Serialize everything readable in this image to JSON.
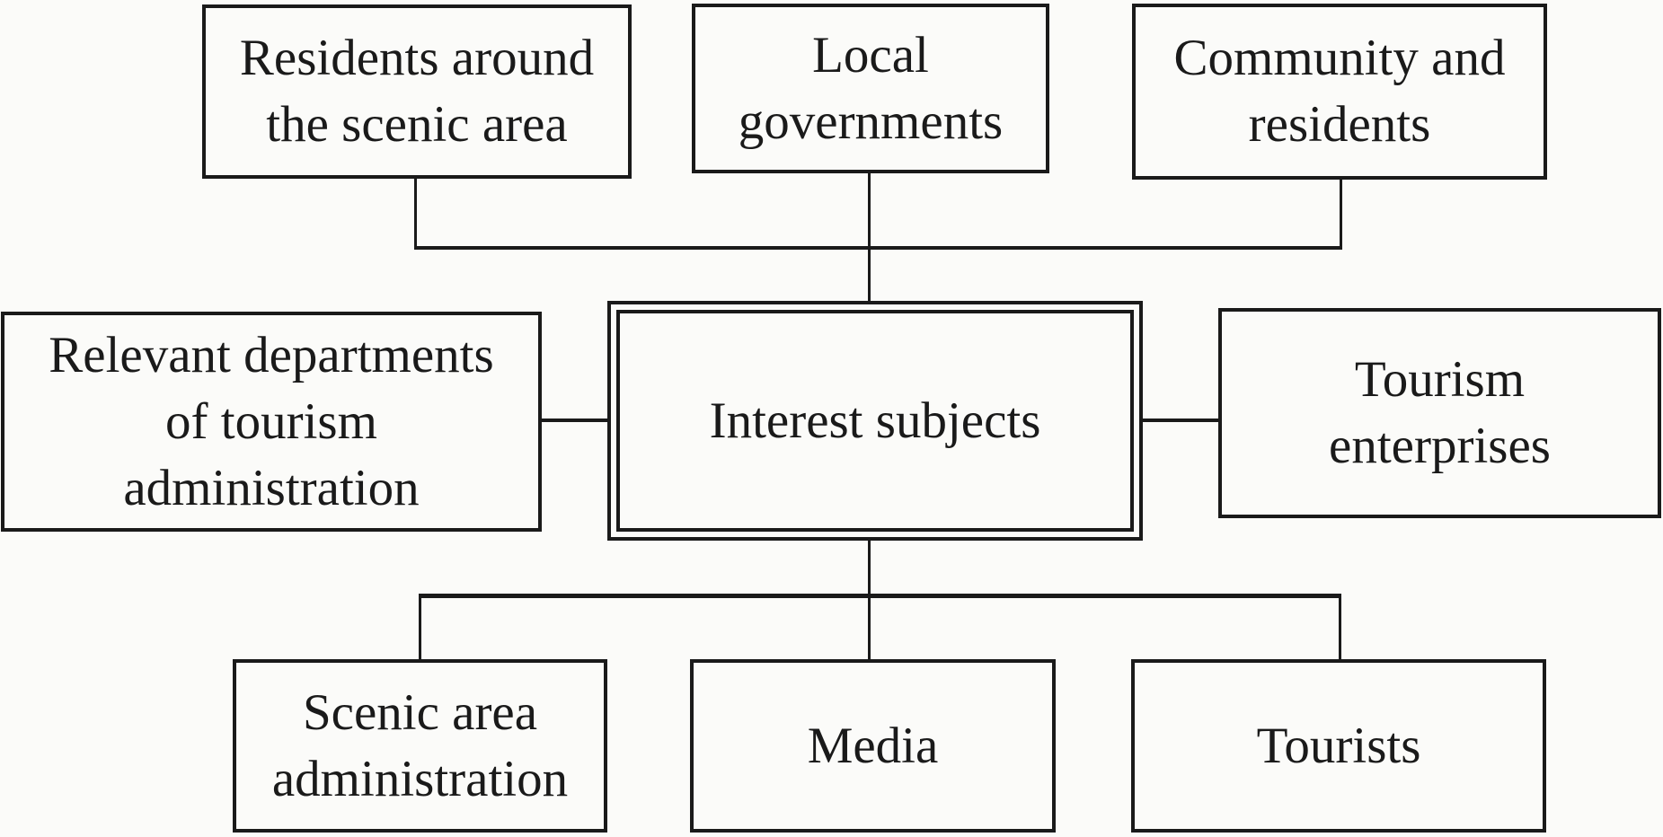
{
  "diagram": {
    "colors": {
      "background": "#fbfbf9",
      "stroke": "#1a1a1a",
      "text": "#1a1a1a"
    },
    "nodes": {
      "top": [
        {
          "label": "Residents around\nthe scenic area"
        },
        {
          "label": "Local\ngovernments"
        },
        {
          "label": "Community and\nresidents"
        }
      ],
      "middle": {
        "left": {
          "label": "Relevant departments\nof tourism\nadministration"
        },
        "center": {
          "label": "Interest subjects"
        },
        "right": {
          "label": "Tourism\nenterprises"
        }
      },
      "bottom": [
        {
          "label": "Scenic area\nadministration"
        },
        {
          "label": "Media"
        },
        {
          "label": "Tourists"
        }
      ]
    }
  }
}
